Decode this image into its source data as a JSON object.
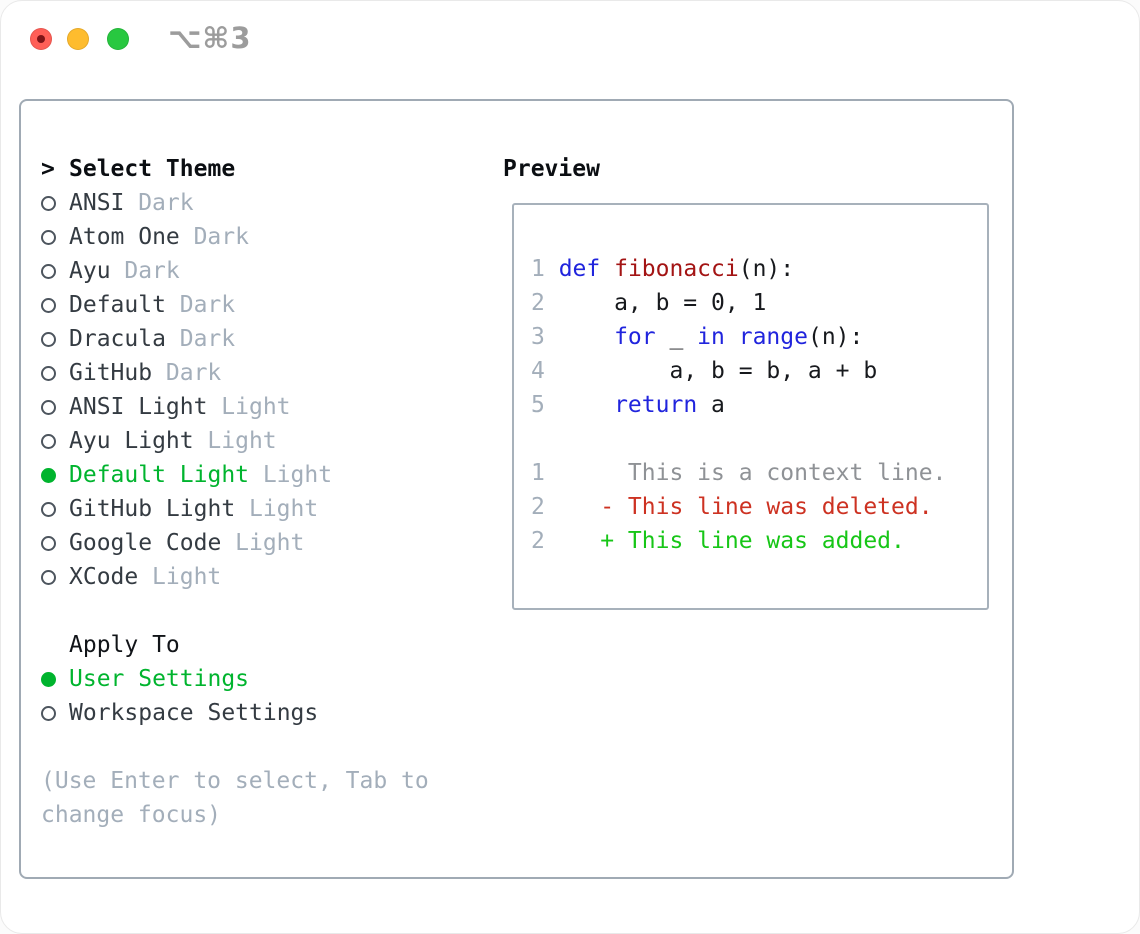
{
  "titlebar": {
    "shortcut_label": "⌥⌘3"
  },
  "theme_selector": {
    "heading_marker": ">",
    "heading": "Select Theme",
    "items": [
      {
        "name": "ANSI",
        "variant": "Dark",
        "selected": false
      },
      {
        "name": "Atom One",
        "variant": "Dark",
        "selected": false
      },
      {
        "name": "Ayu",
        "variant": "Dark",
        "selected": false
      },
      {
        "name": "Default",
        "variant": "Dark",
        "selected": false
      },
      {
        "name": "Dracula",
        "variant": "Dark",
        "selected": false
      },
      {
        "name": "GitHub",
        "variant": "Dark",
        "selected": false
      },
      {
        "name": "ANSI Light",
        "variant": "Light",
        "selected": false
      },
      {
        "name": "Ayu Light",
        "variant": "Light",
        "selected": false
      },
      {
        "name": "Default Light",
        "variant": "Light",
        "selected": true
      },
      {
        "name": "GitHub Light",
        "variant": "Light",
        "selected": false
      },
      {
        "name": "Google Code",
        "variant": "Light",
        "selected": false
      },
      {
        "name": "XCode",
        "variant": "Light",
        "selected": false
      }
    ]
  },
  "apply_to": {
    "heading": "Apply To",
    "options": [
      {
        "label": "User Settings",
        "selected": true
      },
      {
        "label": "Workspace Settings",
        "selected": false
      }
    ]
  },
  "hint": "(Use Enter to select, Tab to change focus)",
  "preview": {
    "heading": "Preview",
    "code_lines": [
      {
        "num": "1",
        "segments": [
          {
            "text": "def",
            "style": "kw"
          },
          {
            "text": " ",
            "style": "pl"
          },
          {
            "text": "fibonacci",
            "style": "fn"
          },
          {
            "text": "(n):",
            "style": "pl"
          }
        ]
      },
      {
        "num": "2",
        "segments": [
          {
            "text": "    a, b = 0, 1",
            "style": "pl"
          }
        ]
      },
      {
        "num": "3",
        "segments": [
          {
            "text": "    ",
            "style": "pl"
          },
          {
            "text": "for",
            "style": "kw"
          },
          {
            "text": " _ ",
            "style": "pl"
          },
          {
            "text": "in",
            "style": "kw"
          },
          {
            "text": " ",
            "style": "pl"
          },
          {
            "text": "range",
            "style": "kw"
          },
          {
            "text": "(n):",
            "style": "pl"
          }
        ]
      },
      {
        "num": "4",
        "segments": [
          {
            "text": "        a, b = b, a + b",
            "style": "pl"
          }
        ]
      },
      {
        "num": "5",
        "segments": [
          {
            "text": "    ",
            "style": "pl"
          },
          {
            "text": "return",
            "style": "kw"
          },
          {
            "text": " a",
            "style": "pl"
          }
        ]
      }
    ],
    "diff_lines": [
      {
        "num": "1",
        "text": "     This is a context line.",
        "type": "context"
      },
      {
        "num": "2",
        "text": "   - This line was deleted.",
        "type": "deleted"
      },
      {
        "num": "2",
        "text": "   + This line was added.",
        "type": "added"
      }
    ]
  },
  "colors": {
    "accent_green": "#00b42e",
    "diff_added_green": "#17c617",
    "diff_deleted_red": "#cd3222",
    "keyword_blue": "#2024dd",
    "function_red": "#a31414",
    "muted_gray": "#a3aeba",
    "context_gray": "#8f9296",
    "heading_black": "#0b0e12",
    "traffic_red": "#ff5f57",
    "traffic_yellow": "#febc2e",
    "traffic_green": "#28c840"
  }
}
